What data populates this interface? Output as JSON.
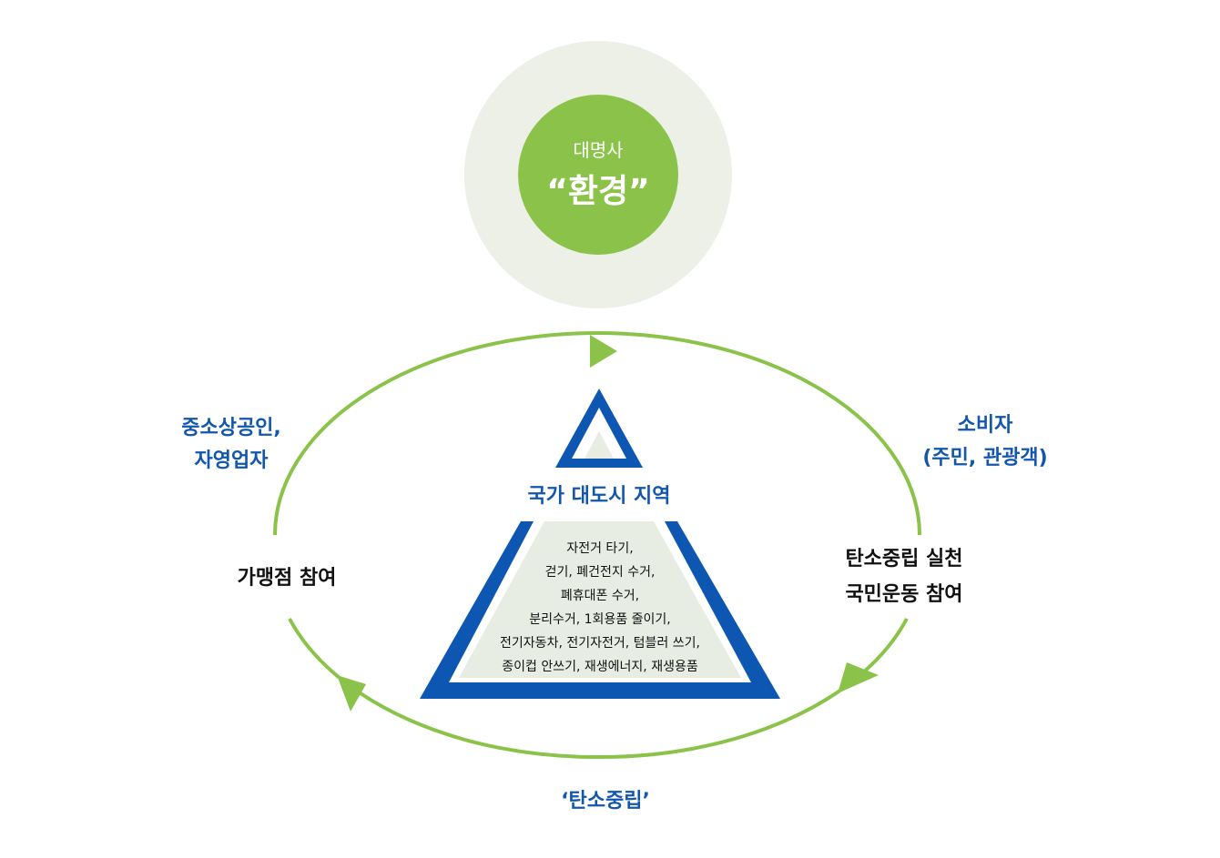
{
  "center": {
    "subtitle": "대명사",
    "title": "“환경”"
  },
  "labels": {
    "left_group": [
      "중소상공인,",
      "자영업자"
    ],
    "left_action": "가맹점 참여",
    "right_group": [
      "소비자",
      "(주민, 관광객)"
    ],
    "right_action": [
      "탄소중립 실천",
      "국민운동 참여"
    ],
    "bottom": "‘탄소중립’"
  },
  "triangle": {
    "heading": "국가 대도시 지역",
    "lines": [
      "자전거 타기,",
      "걷기, 폐건전지 수거,",
      "폐휴대폰 수거,",
      "분리수거, 1회용품 줄이기,",
      "전기자동차, 전기자전거, 텀블러 쓰기,",
      "종이컵 안쓰기, 재생에너지, 재생용품"
    ]
  },
  "colors": {
    "green": "#8bc34a",
    "light_green": "#ecf0e6",
    "triangle_fill": "#e8ede3",
    "blue": "#0d57b3",
    "label_blue": "#1257ad"
  }
}
